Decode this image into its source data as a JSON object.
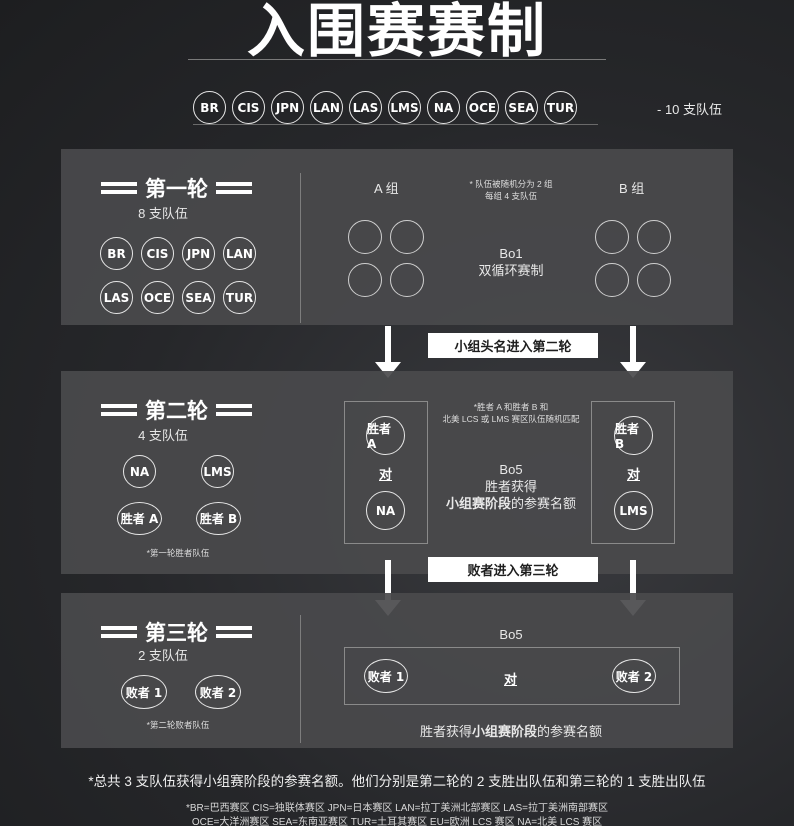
{
  "title": "入围赛赛制",
  "regions": [
    "BR",
    "CIS",
    "JPN",
    "LAN",
    "LAS",
    "LMS",
    "NA",
    "OCE",
    "SEA",
    "TUR"
  ],
  "team_total": "- 10 支队伍",
  "round1": {
    "title": "第一轮",
    "teams_label": "8 支队伍",
    "teams": [
      "BR",
      "CIS",
      "JPN",
      "LAN",
      "LAS",
      "OCE",
      "SEA",
      "TUR"
    ],
    "group_a": "A 组",
    "group_b": "B 组",
    "note_line1": "* 队伍被随机分为 2 组",
    "note_line2": "每组 4 支队伍",
    "format_line1": "Bo1",
    "format_line2": "双循环赛制"
  },
  "banner1": "小组头名进入第二轮",
  "round2": {
    "title": "第二轮",
    "teams_label": "4 支队伍",
    "teams": [
      "NA",
      "LMS",
      "胜者 A",
      "胜者 B"
    ],
    "footnote": "*第一轮胜者队伍",
    "note_line1": "*胜者 A 和胜者 B 和",
    "note_line2": "北美 LCS 或 LMS 赛区队伍随机匹配",
    "left_top": "胜者 A",
    "left_vs": "对",
    "left_bottom": "NA",
    "right_top": "胜者 B",
    "right_vs": "对",
    "right_bottom": "LMS",
    "format_line1": "Bo5",
    "format_line2": "胜者获得",
    "format_bold": "小组赛阶段",
    "format_tail": "的参赛名额"
  },
  "banner2": "败者进入第三轮",
  "round3": {
    "title": "第三轮",
    "teams_label": "2 支队伍",
    "teams": [
      "败者 1",
      "败者 2"
    ],
    "footnote": "*第二轮败者队伍",
    "format": "Bo5",
    "left": "败者 1",
    "vs": "对",
    "right": "败者 2",
    "result_head": "胜者获得",
    "result_bold": "小组赛阶段",
    "result_tail": "的参赛名额"
  },
  "note": "*总共 3 支队伍获得小组赛阶段的参赛名额。他们分别是第二轮的 2 支胜出队伍和第三轮的 1 支胜出队伍",
  "legend_line1": "*BR=巴西赛区 CIS=独联体赛区 JPN=日本赛区 LAN=拉丁美洲北部赛区 LAS=拉丁美洲南部赛区",
  "legend_line2": "OCE=大洋洲赛区 SEA=东南亚赛区 TUR=土耳其赛区 EU=欧洲 LCS 赛区 NA=北美 LCS 赛区"
}
